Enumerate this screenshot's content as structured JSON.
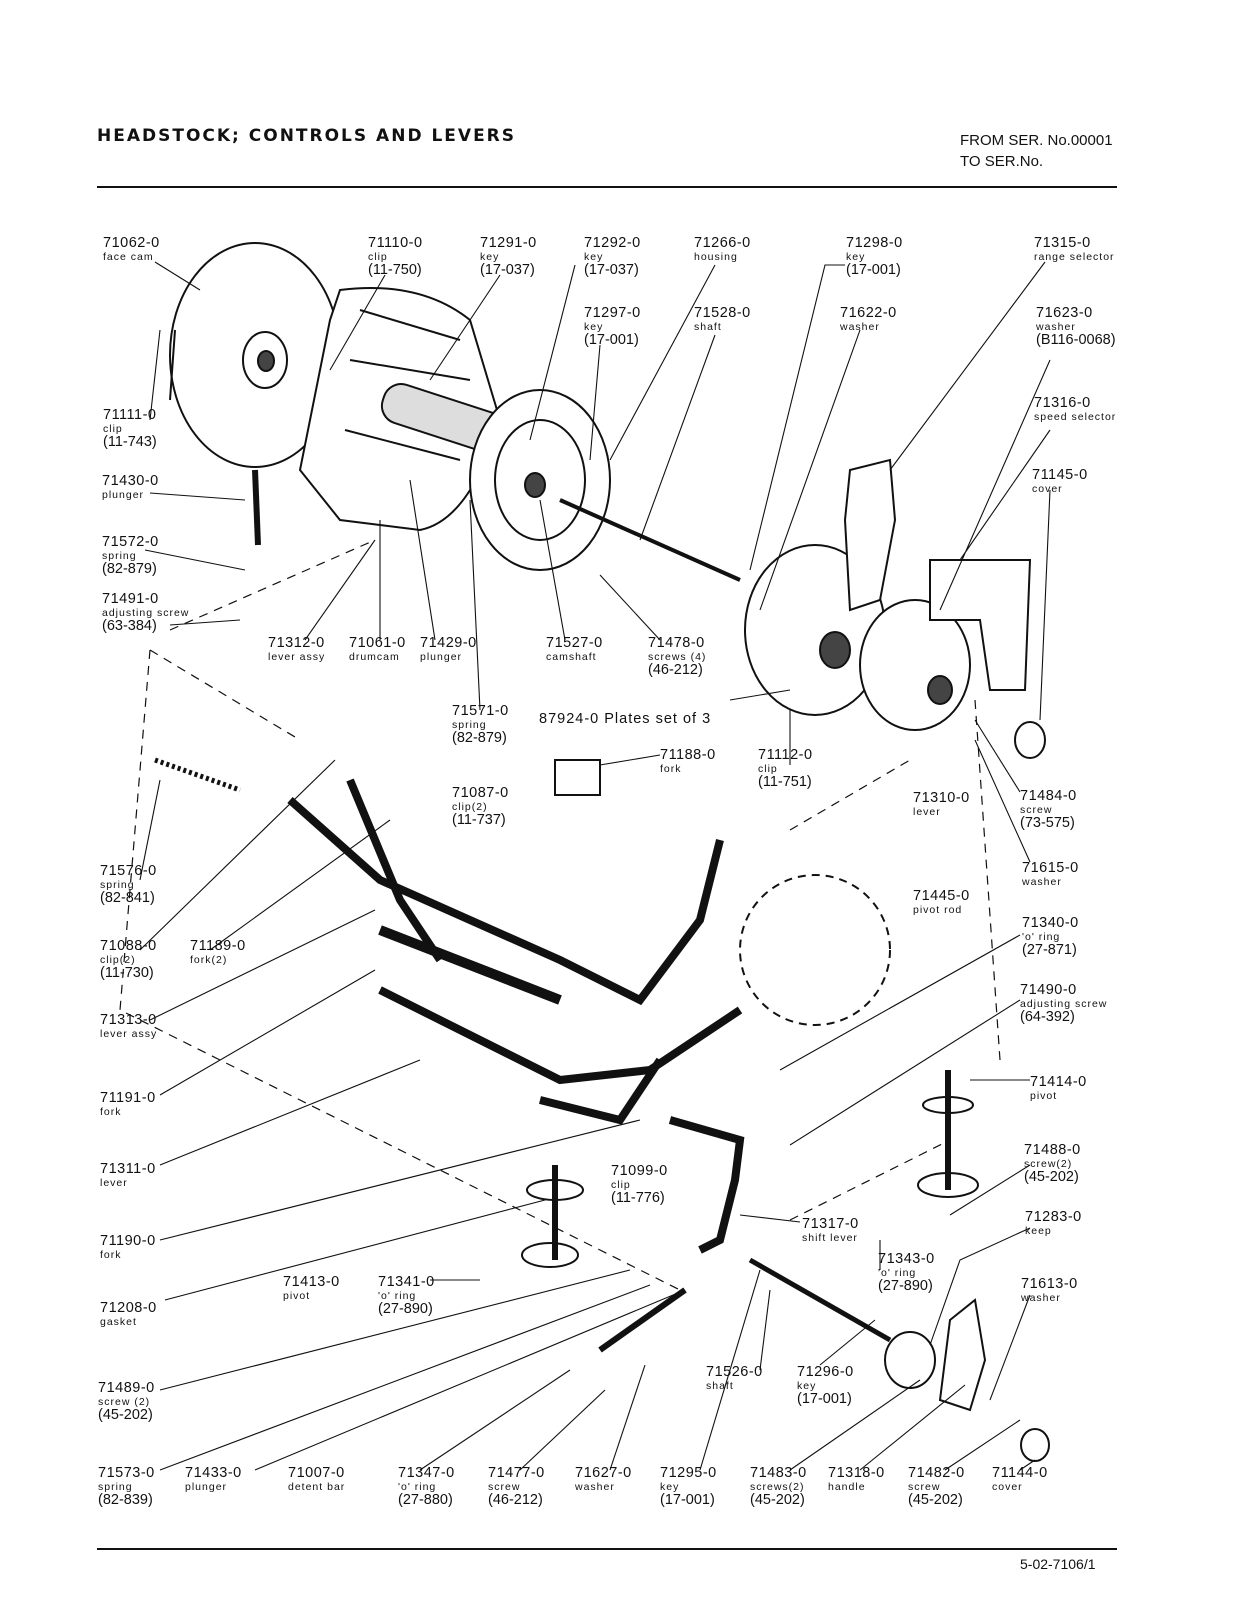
{
  "header": {
    "title": "HEADSTOCK; CONTROLS AND LEVERS",
    "serial_from": "FROM SER. No.00001",
    "serial_to": "TO SER.No."
  },
  "footer": {
    "doc_number": "5-02-7106/1"
  },
  "plates_note": "87924-0 Plates set of 3",
  "parts": [
    {
      "id": "71062-0",
      "name": "face cam",
      "ref": ""
    },
    {
      "id": "71110-0",
      "name": "clip",
      "ref": "(11-750)"
    },
    {
      "id": "71291-0",
      "name": "key",
      "ref": "(17-037)"
    },
    {
      "id": "71292-0",
      "name": "key",
      "ref": "(17-037)"
    },
    {
      "id": "71266-0",
      "name": "housing",
      "ref": ""
    },
    {
      "id": "71298-0",
      "name": "key",
      "ref": "(17-001)"
    },
    {
      "id": "71315-0",
      "name": "range selector",
      "ref": ""
    },
    {
      "id": "71297-0",
      "name": "key",
      "ref": "(17-001)"
    },
    {
      "id": "71528-0",
      "name": "shaft",
      "ref": ""
    },
    {
      "id": "71622-0",
      "name": "washer",
      "ref": ""
    },
    {
      "id": "71623-0",
      "name": "washer",
      "ref": "(B116-0068)"
    },
    {
      "id": "71316-0",
      "name": "speed selector",
      "ref": ""
    },
    {
      "id": "71111-0",
      "name": "clip",
      "ref": "(11-743)"
    },
    {
      "id": "71430-0",
      "name": "plunger",
      "ref": ""
    },
    {
      "id": "71145-0",
      "name": "cover",
      "ref": ""
    },
    {
      "id": "71572-0",
      "name": "spring",
      "ref": "(82-879)"
    },
    {
      "id": "71491-0",
      "name": "adjusting screw",
      "ref": "(63-384)"
    },
    {
      "id": "71312-0",
      "name": "lever assy",
      "ref": ""
    },
    {
      "id": "71061-0",
      "name": "drumcam",
      "ref": ""
    },
    {
      "id": "71429-0",
      "name": "plunger",
      "ref": ""
    },
    {
      "id": "71527-0",
      "name": "camshaft",
      "ref": ""
    },
    {
      "id": "71478-0",
      "name": "screws (4)",
      "ref": "(46-212)"
    },
    {
      "id": "71571-0",
      "name": "spring",
      "ref": "(82-879)"
    },
    {
      "id": "71188-0",
      "name": "fork",
      "ref": ""
    },
    {
      "id": "71112-0",
      "name": "clip",
      "ref": "(11-751)"
    },
    {
      "id": "71484-0",
      "name": "screw",
      "ref": "(73-575)"
    },
    {
      "id": "71087-0",
      "name": "clip(2)",
      "ref": "(11-737)"
    },
    {
      "id": "71310-0",
      "name": "lever",
      "ref": ""
    },
    {
      "id": "71615-0",
      "name": "washer",
      "ref": ""
    },
    {
      "id": "71576-0",
      "name": "spring",
      "ref": "(82-841)"
    },
    {
      "id": "71445-0",
      "name": "pivot rod",
      "ref": ""
    },
    {
      "id": "71340-0",
      "name": "'o' ring",
      "ref": "(27-871)"
    },
    {
      "id": "71088-0",
      "name": "clip(2)",
      "ref": "(11-730)"
    },
    {
      "id": "71189-0",
      "name": "fork(2)",
      "ref": ""
    },
    {
      "id": "71490-0",
      "name": "adjusting screw",
      "ref": "(64-392)"
    },
    {
      "id": "71313-0",
      "name": "lever assy",
      "ref": ""
    },
    {
      "id": "71414-0",
      "name": "pivot",
      "ref": ""
    },
    {
      "id": "71191-0",
      "name": "fork",
      "ref": ""
    },
    {
      "id": "71488-0",
      "name": "screw(2)",
      "ref": "(45-202)"
    },
    {
      "id": "71311-0",
      "name": "lever",
      "ref": ""
    },
    {
      "id": "71099-0",
      "name": "clip",
      "ref": "(11-776)"
    },
    {
      "id": "71283-0",
      "name": "keep",
      "ref": ""
    },
    {
      "id": "71317-0",
      "name": "shift lever",
      "ref": ""
    },
    {
      "id": "71190-0",
      "name": "fork",
      "ref": ""
    },
    {
      "id": "71343-0",
      "name": "'o' ring",
      "ref": "(27-890)"
    },
    {
      "id": "71613-0",
      "name": "washer",
      "ref": ""
    },
    {
      "id": "71413-0",
      "name": "pivot",
      "ref": ""
    },
    {
      "id": "71341-0",
      "name": "'o' ring",
      "ref": "(27-890)"
    },
    {
      "id": "71208-0",
      "name": "gasket",
      "ref": ""
    },
    {
      "id": "71526-0",
      "name": "shaft",
      "ref": ""
    },
    {
      "id": "71296-0",
      "name": "key",
      "ref": "(17-001)"
    },
    {
      "id": "71489-0",
      "name": "screw (2)",
      "ref": "(45-202)"
    },
    {
      "id": "71573-0",
      "name": "spring",
      "ref": "(82-839)"
    },
    {
      "id": "71433-0",
      "name": "plunger",
      "ref": ""
    },
    {
      "id": "71007-0",
      "name": "detent bar",
      "ref": ""
    },
    {
      "id": "71347-0",
      "name": "'o' ring",
      "ref": "(27-880)"
    },
    {
      "id": "71477-0",
      "name": "screw",
      "ref": "(46-212)"
    },
    {
      "id": "71627-0",
      "name": "washer",
      "ref": ""
    },
    {
      "id": "71295-0",
      "name": "key",
      "ref": "(17-001)"
    },
    {
      "id": "71483-0",
      "name": "screws(2)",
      "ref": "(45-202)"
    },
    {
      "id": "71318-0",
      "name": "handle",
      "ref": ""
    },
    {
      "id": "71482-0",
      "name": "screw",
      "ref": "(45-202)"
    },
    {
      "id": "71144-0",
      "name": "cover",
      "ref": ""
    }
  ]
}
